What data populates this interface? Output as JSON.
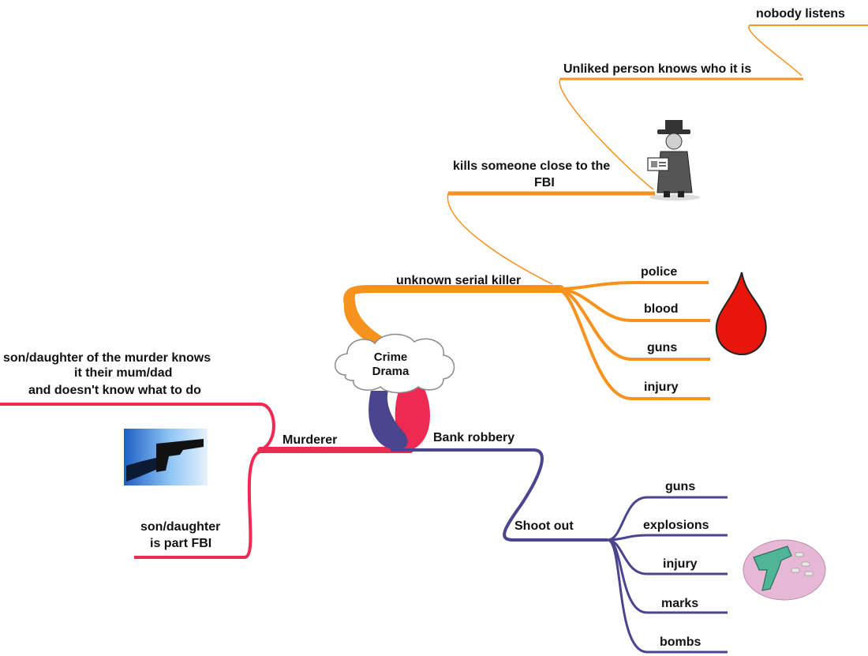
{
  "colors": {
    "orange": "#f7921e",
    "red": "#ee2a52",
    "purple": "#4b4590",
    "cloud_fill": "#ffffff",
    "cloud_stroke": "#8a8a8a",
    "blood": "#e8150b",
    "pink_circle": "#e7b8d6",
    "gun_green": "#4fb596"
  },
  "center": {
    "line1": "Crime",
    "line2": "Drama"
  },
  "orange_branch": {
    "label": "unknown serial killer",
    "children": [
      "police",
      "blood",
      "guns",
      "injury"
    ],
    "chain": {
      "kills_line1": "kills someone close to the",
      "kills_line2": "FBI",
      "unliked": "Unliked person knows who it is",
      "nobody": "nobody listens"
    },
    "icons": [
      "spy-figure",
      "blood-drop"
    ]
  },
  "red_branch": {
    "label": "Murderer",
    "child_top": [
      "son/daughter of the murder knows",
      "it their mum/dad",
      "and doesn't know what to do"
    ],
    "child_bottom": [
      "son/daughter",
      "is part FBI"
    ],
    "icons": [
      "handgun-photo"
    ]
  },
  "purple_branch": {
    "label": "Bank robbery",
    "sub_label": "Shoot out",
    "children": [
      "guns",
      "explosions",
      "injury",
      "marks",
      "bombs"
    ],
    "icons": [
      "gun-and-bullets"
    ]
  }
}
